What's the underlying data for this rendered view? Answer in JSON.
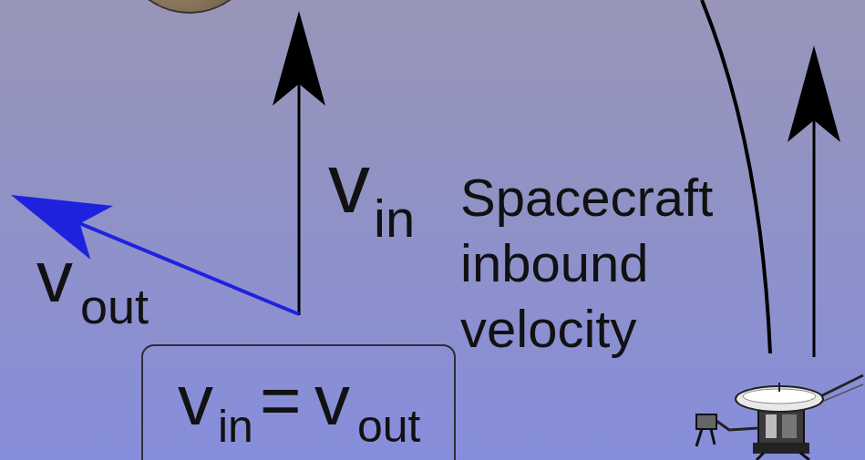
{
  "diagram": {
    "nodes": [
      {
        "text": [
          "v",
          "in",
          "=",
          "v",
          "out"
        ]
      }
    ],
    "labels": [
      "v",
      "in",
      "Spacecraft inbound velocity",
      "v",
      "out"
    ]
  }
}
